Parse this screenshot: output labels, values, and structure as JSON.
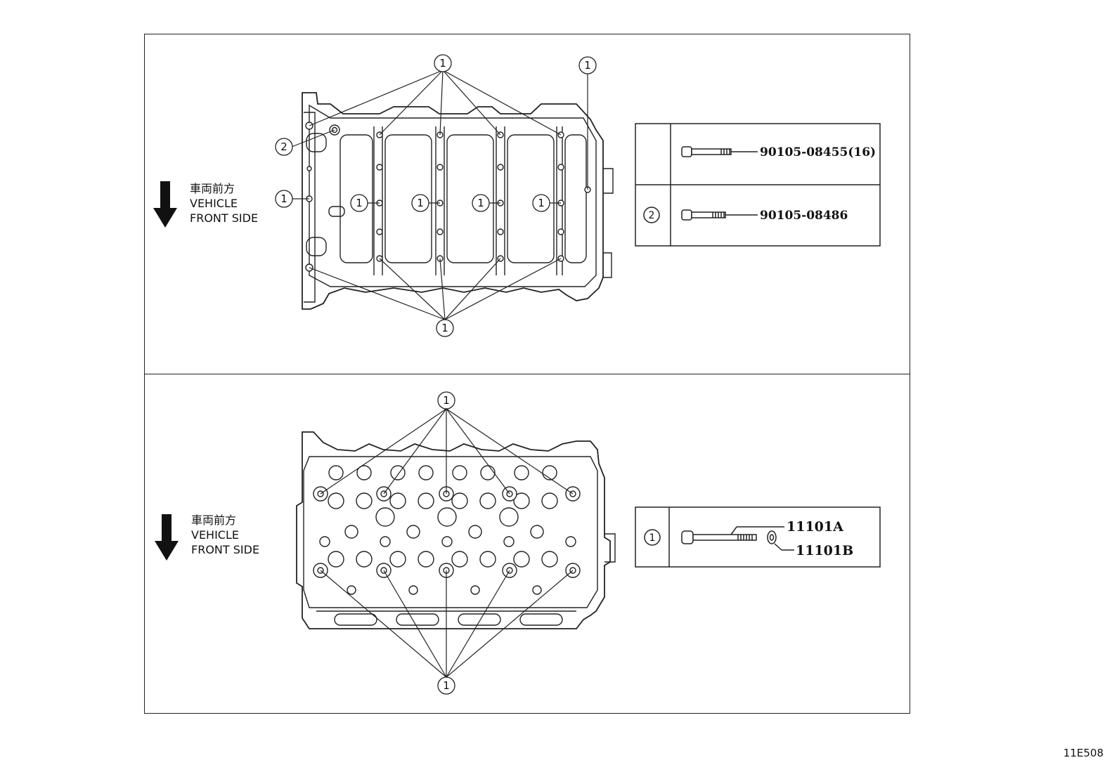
{
  "callouts": {
    "one": "1",
    "two": "2"
  },
  "direction_labels": [
    {
      "jp": "車両前方",
      "line1": "VEHICLE",
      "line2": "FRONT SIDE"
    },
    {
      "jp": "車両前方",
      "line1": "VEHICLE",
      "line2": "FRONT SIDE"
    }
  ],
  "top_table": {
    "rows": [
      {
        "key": "",
        "part_number": "90105-08455(16)"
      },
      {
        "key": "2",
        "part_number": "90105-08486"
      }
    ]
  },
  "bottom_table": {
    "key": "1",
    "part_a": "11101A",
    "part_b": "11101B"
  },
  "page_code": "11E508",
  "colors": {
    "line": "#222222",
    "background": "#ffffff"
  }
}
